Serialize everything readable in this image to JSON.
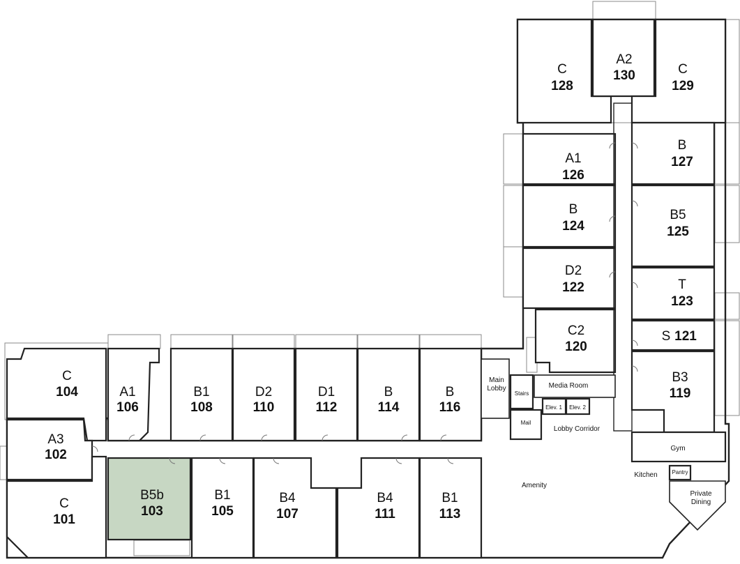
{
  "units": [
    {
      "id": "u104",
      "type": "C",
      "number": "104"
    },
    {
      "id": "u106",
      "type": "A1",
      "number": "106"
    },
    {
      "id": "u108",
      "type": "B1",
      "number": "108"
    },
    {
      "id": "u110",
      "type": "D2",
      "number": "110"
    },
    {
      "id": "u112",
      "type": "D1",
      "number": "112"
    },
    {
      "id": "u114",
      "type": "B",
      "number": "114"
    },
    {
      "id": "u116",
      "type": "B",
      "number": "116"
    },
    {
      "id": "u102",
      "type": "A3",
      "number": "102"
    },
    {
      "id": "u101",
      "type": "C",
      "number": "101"
    },
    {
      "id": "u103",
      "type": "B5b",
      "number": "103",
      "highlighted": true
    },
    {
      "id": "u105",
      "type": "B1",
      "number": "105"
    },
    {
      "id": "u107",
      "type": "B4",
      "number": "107"
    },
    {
      "id": "u111",
      "type": "B4",
      "number": "111"
    },
    {
      "id": "u113",
      "type": "B1",
      "number": "113"
    },
    {
      "id": "u128",
      "type": "C",
      "number": "128"
    },
    {
      "id": "u130",
      "type": "A2",
      "number": "130"
    },
    {
      "id": "u129",
      "type": "C",
      "number": "129"
    },
    {
      "id": "u126",
      "type": "A1",
      "number": "126"
    },
    {
      "id": "u127",
      "type": "B",
      "number": "127"
    },
    {
      "id": "u124",
      "type": "B",
      "number": "124"
    },
    {
      "id": "u125",
      "type": "B5",
      "number": "125"
    },
    {
      "id": "u122",
      "type": "D2",
      "number": "122"
    },
    {
      "id": "u123",
      "type": "T",
      "number": "123"
    },
    {
      "id": "u120",
      "type": "C2",
      "number": "120"
    },
    {
      "id": "u121",
      "type": "S",
      "number": "121"
    },
    {
      "id": "u119",
      "type": "B3",
      "number": "119"
    }
  ],
  "amenities": {
    "main_lobby": "Main\nLobby",
    "main_lobby_l1": "Main",
    "main_lobby_l2": "Lobby",
    "stairs": "Stairs",
    "media_room": "Media Room",
    "elev1": "Elev. 1",
    "elev2": "Elev. 2",
    "mail": "Mail",
    "lobby_corridor": "Lobby Corridor",
    "gym": "Gym",
    "amenity": "Amenity",
    "kitchen": "Kitchen",
    "pantry": "Pantry",
    "private_dining_l1": "Private",
    "private_dining_l2": "Dining"
  },
  "colors": {
    "highlight": "#c7d7c3",
    "wall": "#222222"
  }
}
